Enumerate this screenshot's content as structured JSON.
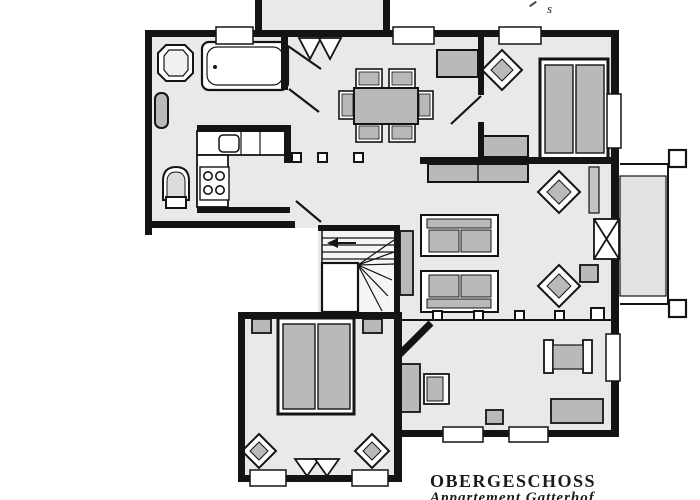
{
  "labels": {
    "floor_title": "OBERGESCHOSS",
    "apartment_name": "Appartement Gatterhof",
    "stray_letter": "s"
  },
  "colors": {
    "wall": "#141414",
    "room_fill": "#e9e9e9",
    "furniture_fill": "#b9b9b9",
    "white": "#ffffff",
    "balcony_fill": "#e3e3e3",
    "text": "#1b1b1b"
  },
  "plan": {
    "floor": "OBERGESCHOSS",
    "rooms": [
      "bathroom",
      "kitchen",
      "dining-area",
      "living-area",
      "bedroom-north-east",
      "bedroom-south-west",
      "study",
      "balcony-north",
      "balcony-east",
      "winder-staircase"
    ],
    "furniture": [
      "bathtub",
      "washbasin",
      "toilet",
      "radiator",
      "kitchen-counter",
      "kitchen-sink",
      "stove-4-burners",
      "dining-table",
      "dining-chair",
      "double-bed",
      "mattress",
      "nightstand",
      "diamond-side-table",
      "dresser",
      "sideboard",
      "sofa",
      "tv-board",
      "wardrobe",
      "armchair",
      "desk",
      "railing-post",
      "balcony-door",
      "window",
      "door-swing",
      "stair-direction-arrow"
    ]
  }
}
